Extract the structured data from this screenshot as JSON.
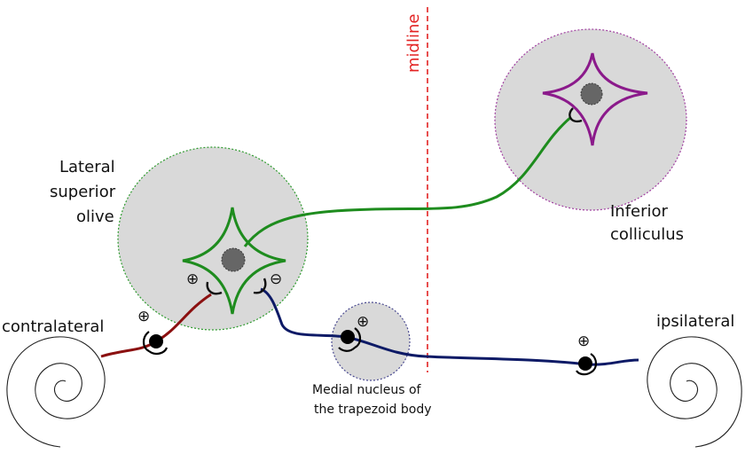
{
  "labels": {
    "midline": "midline",
    "lso_line1": "Lateral",
    "lso_line2": "superior",
    "lso_line3": "olive",
    "ic_line1": "Inferior",
    "ic_line2": "colliculus",
    "mntb_line1": "Medial nucleus of",
    "mntb_line2": "the trapezoid body",
    "contralateral": "contralateral",
    "ipsilateral": "ipsilateral"
  },
  "signs": {
    "excitatory": "⊕",
    "inhibitory": "⊖"
  },
  "colors": {
    "nucleus_fill": "#d9d9d9",
    "soma_fill": "#666666",
    "midline": "#e32222",
    "lso_neuron": "#1e8c1e",
    "ic_neuron": "#8b1a8b",
    "contralateral_axon": "#8b1010",
    "ipsilateral_axon": "#0d1a66",
    "mntb_border": "#4a4a90"
  }
}
